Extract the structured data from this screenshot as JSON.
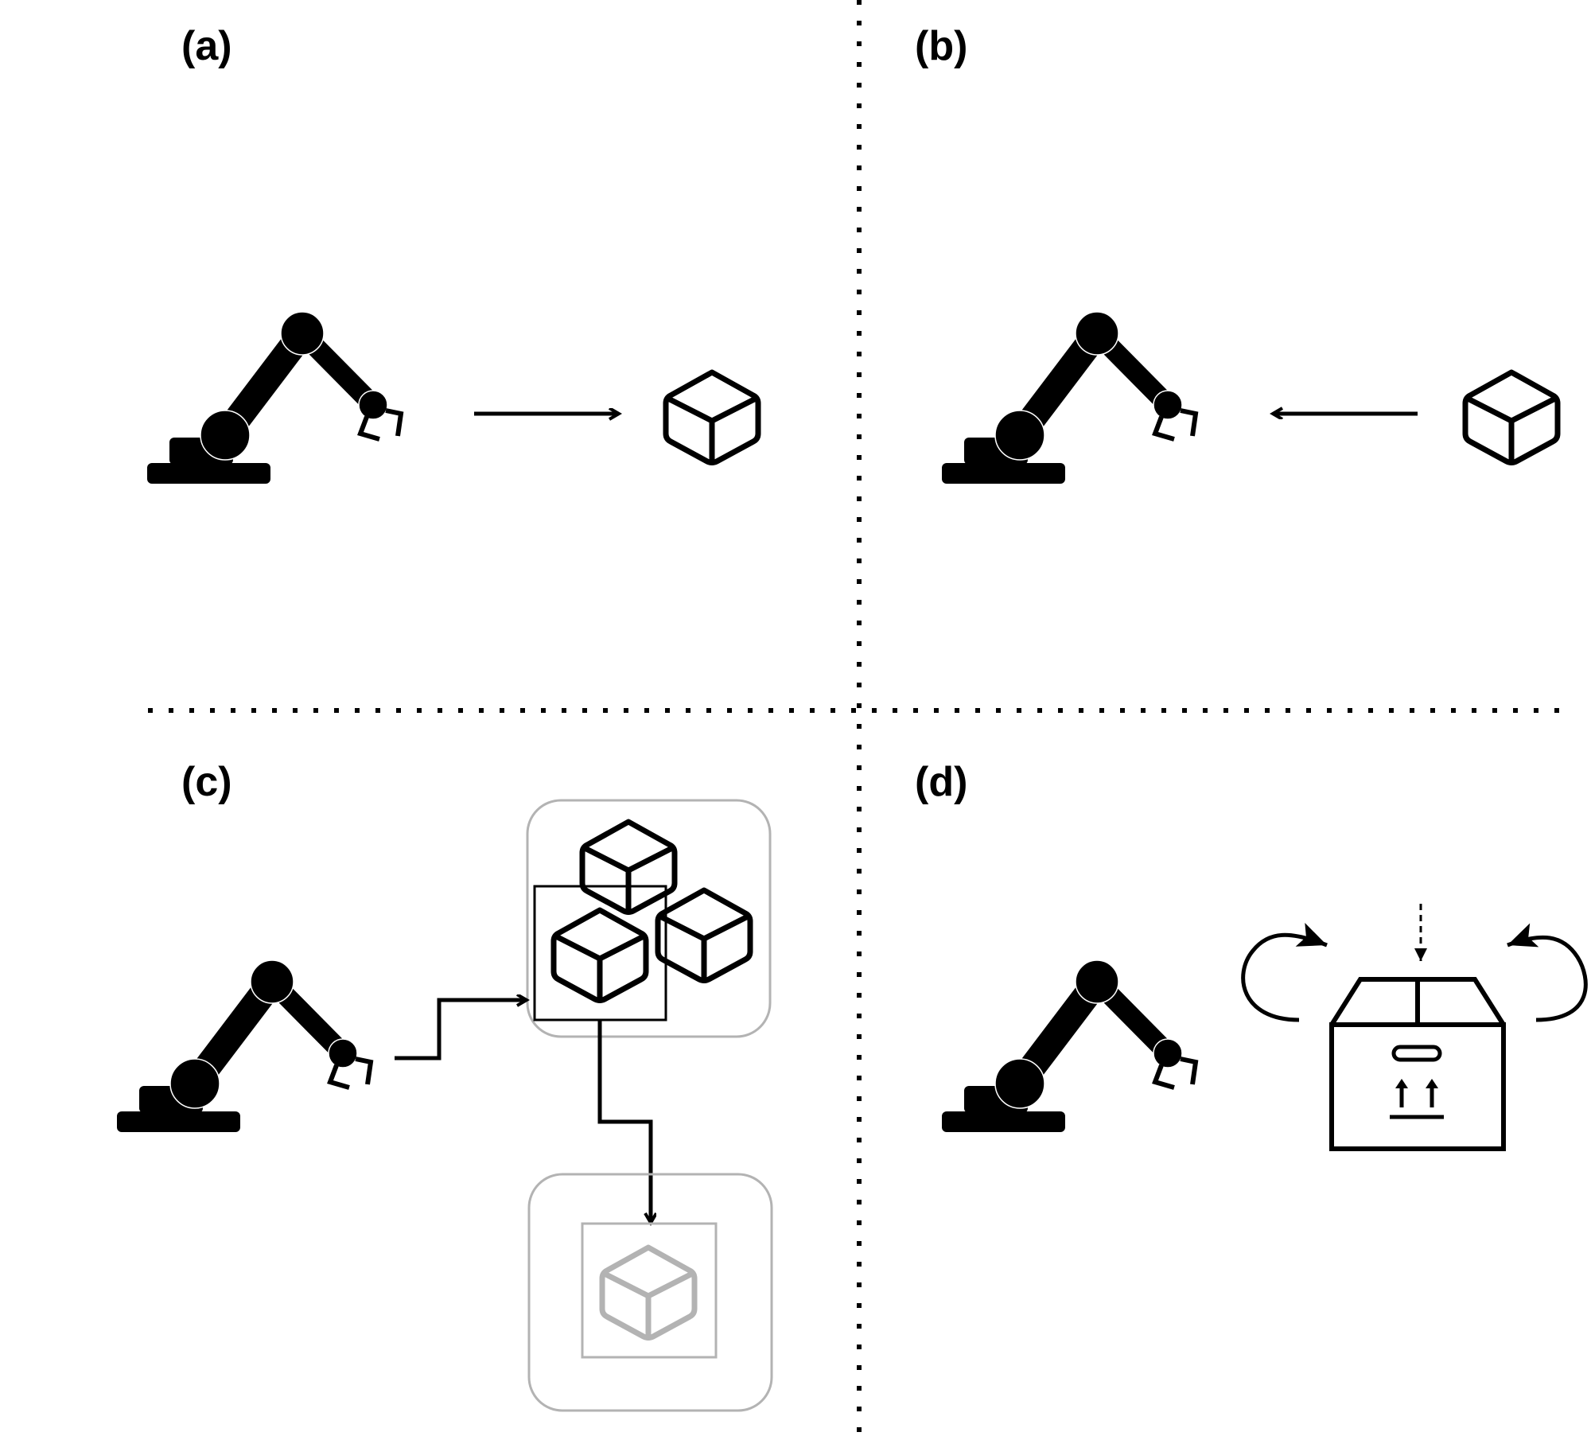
{
  "panels": {
    "a": {
      "label": "(a)"
    },
    "b": {
      "label": "(b)"
    },
    "c": {
      "label": "(c)"
    },
    "d": {
      "label": "(d)"
    }
  },
  "icons": {
    "robot": "robot-arm-icon",
    "cube": "cube-icon",
    "box": "cardboard-box-icon",
    "rotate": "rotate-arrow-icon"
  },
  "colors": {
    "ink": "#000000",
    "faded": "#b0b0b0",
    "background": "#ffffff"
  }
}
